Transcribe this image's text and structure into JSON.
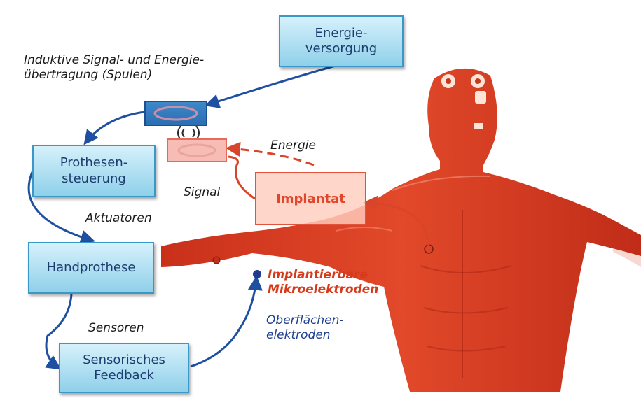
{
  "boxes": {
    "energie_versorgung": "Energie-\nversorgung",
    "prothesen_steuerung": "Prothesen-\nsteuerung",
    "handprothese": "Handprothese",
    "sensorisches_feedback": "Sensorisches\nFeedback",
    "implantat": "Implantat"
  },
  "labels": {
    "induktive": "Induktive Signal- und Energie-\nübertragung (Spulen)",
    "energie": "Energie",
    "signal": "Signal",
    "aktuatoren": "Aktuatoren",
    "implantierbare": "Implantierbare\nMikroelektroden",
    "sensoren": "Sensoren",
    "oberflaechen": "Oberflächen-\nelektroden"
  },
  "colors": {
    "box_fill": "#8fd0ea",
    "box_border": "#3a97c7",
    "arrow_blue": "#1f4fa0",
    "body_red": "#d93a1e",
    "implant_red": "#e1533c"
  }
}
